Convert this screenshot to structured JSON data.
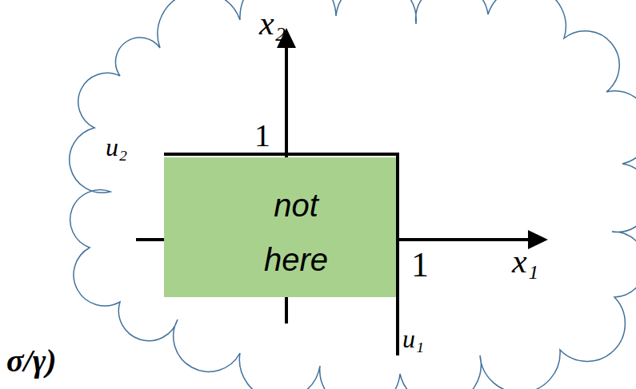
{
  "diagram": {
    "nodes": [
      {
        "text": [
          "not here"
        ]
      }
    ],
    "labels": [
      "x₂",
      "1",
      "u₂",
      "1",
      "x₁",
      "u₁",
      "σ/γ)"
    ]
  }
}
